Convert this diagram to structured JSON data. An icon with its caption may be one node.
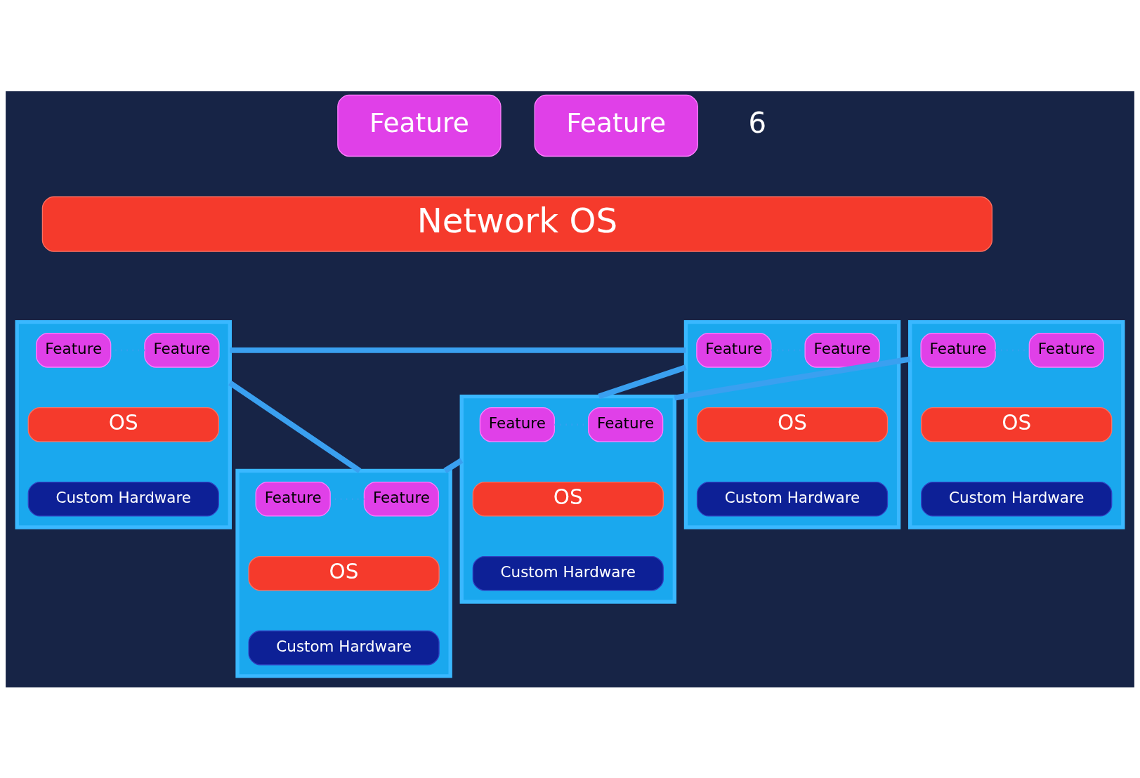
{
  "diagram": {
    "nodes": [
      {
        "text": [
          "Feature"
        ]
      },
      {
        "text": [
          "Feature"
        ]
      },
      {
        "text": [
          "Network OS"
        ]
      },
      {
        "text": [],
        "shape": "box"
      },
      {
        "text": [
          "Feature"
        ],
        "in": 3
      },
      {
        "text": [
          "Feature"
        ],
        "in": 3
      },
      {
        "text": [
          "OS"
        ],
        "in": 3
      },
      {
        "text": [
          "Custom Hardware"
        ],
        "in": 3
      },
      {
        "text": [],
        "shape": "box"
      },
      {
        "text": [
          "Feature"
        ],
        "in": 8
      },
      {
        "text": [
          "Feature"
        ],
        "in": 8
      },
      {
        "text": [
          "OS"
        ],
        "in": 8
      },
      {
        "text": [
          "Custom Hardware"
        ],
        "in": 8
      },
      {
        "text": [],
        "shape": "box"
      },
      {
        "text": [
          "Feature"
        ],
        "in": 13
      },
      {
        "text": [
          "Feature"
        ],
        "in": 13
      },
      {
        "text": [
          "OS"
        ],
        "in": 13
      },
      {
        "text": [
          "Custom Hardware"
        ],
        "in": 13
      },
      {
        "text": [],
        "shape": "box"
      },
      {
        "text": [
          "Feature"
        ],
        "in": 18
      },
      {
        "text": [
          "Feature"
        ],
        "in": 18
      },
      {
        "text": [
          "OS"
        ],
        "in": 18
      },
      {
        "text": [
          "Custom Hardware"
        ],
        "in": 18
      },
      {
        "text": [],
        "shape": "box"
      },
      {
        "text": [
          "Feature"
        ],
        "in": 23
      },
      {
        "text": [
          "Feature"
        ],
        "in": 23
      },
      {
        "text": [
          "OS"
        ],
        "in": 23
      },
      {
        "text": [
          "Custom Hardware"
        ],
        "in": 23
      }
    ],
    "edges": [
      {
        "from": 4,
        "to": 5,
        "arrow": "none",
        "style": "dashed"
      },
      {
        "from": 9,
        "to": 10,
        "arrow": "none",
        "style": "dashed"
      },
      {
        "from": 14,
        "to": 15,
        "arrow": "none",
        "style": "dashed"
      },
      {
        "from": 19,
        "to": 20,
        "arrow": "none",
        "style": "dashed"
      },
      {
        "from": 24,
        "to": 25,
        "arrow": "none",
        "style": "dashed"
      },
      {
        "from": 13,
        "to": 3,
        "arrow": "none",
        "style": "thick"
      },
      {
        "from": 3,
        "to": 18,
        "arrow": "none",
        "style": "thick"
      },
      {
        "from": 18,
        "to": 8,
        "arrow": "none",
        "style": "thick"
      },
      {
        "from": 13,
        "to": 23,
        "arrow": "none",
        "style": "thick"
      },
      {
        "from": 23,
        "to": 18,
        "arrow": "none",
        "style": "thick"
      }
    ],
    "labels": [
      "6"
    ]
  }
}
